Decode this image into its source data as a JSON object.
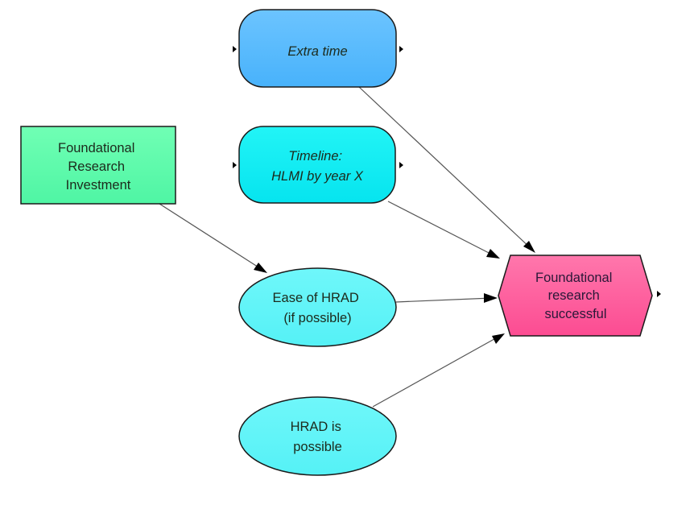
{
  "diagram": {
    "type": "influence-diagram",
    "nodes": [
      {
        "id": "extra_time",
        "shape": "rounded-rect",
        "lines": [
          "Extra time"
        ],
        "italic": true,
        "fill_top": "#6cc4ff",
        "fill_bottom": "#48b2fb",
        "has_input_marker": true,
        "has_output_marker": true
      },
      {
        "id": "timeline",
        "shape": "rounded-rect",
        "lines": [
          "Timeline:",
          "HLMI by year X"
        ],
        "italic": true,
        "fill_top": "#22f4f6",
        "fill_bottom": "#06e4ef",
        "has_input_marker": true,
        "has_output_marker": true
      },
      {
        "id": "investment",
        "shape": "rect",
        "lines": [
          "Foundational",
          "Research",
          "Investment"
        ],
        "italic": false,
        "fill_top": "#70ffb4",
        "fill_bottom": "#4ff5a4"
      },
      {
        "id": "ease_hrad",
        "shape": "ellipse",
        "lines": [
          "Ease of HRAD",
          "(if possible)"
        ],
        "italic": false,
        "fill_top": "#6ff7fa",
        "fill_bottom": "#55f1f6"
      },
      {
        "id": "hrad_possible",
        "shape": "ellipse",
        "lines": [
          "HRAD is",
          "possible"
        ],
        "italic": false,
        "fill_top": "#6ff7fa",
        "fill_bottom": "#55f1f6"
      },
      {
        "id": "success",
        "shape": "hexagon",
        "lines": [
          "Foundational",
          "research",
          "successful"
        ],
        "italic": false,
        "fill_top": "#ff77ac",
        "fill_bottom": "#fc4c92",
        "has_output_marker": true
      }
    ],
    "edges": [
      {
        "from": "extra_time",
        "to": "success"
      },
      {
        "from": "timeline",
        "to": "success"
      },
      {
        "from": "investment",
        "to": "ease_hrad"
      },
      {
        "from": "ease_hrad",
        "to": "success"
      },
      {
        "from": "hrad_possible",
        "to": "success"
      }
    ],
    "colors": {
      "stroke": "#1a1a1a",
      "edge": "#555555",
      "arrowhead": "#000000"
    }
  }
}
